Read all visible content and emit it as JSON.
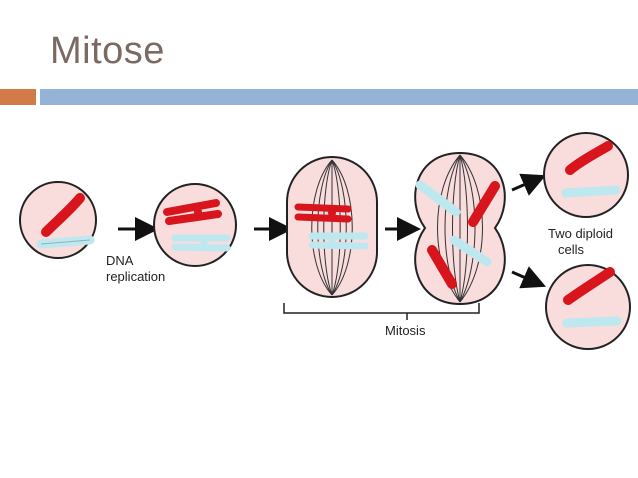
{
  "slide": {
    "title": "Mitose"
  },
  "diagram": {
    "labels": {
      "dna_replication": [
        "DNA",
        "replication"
      ],
      "two_diploid_cells": [
        "Two diploid",
        "cells"
      ],
      "mitosis": "Mitosis"
    },
    "colors": {
      "cell_fill": "#f9dcdc",
      "cell_stroke": "#222222",
      "red_chromosome": "#d8141c",
      "blue_chromosome": "#bde8f0",
      "title_accent": "#d27b48",
      "title_bar": "#94b3d6"
    }
  }
}
